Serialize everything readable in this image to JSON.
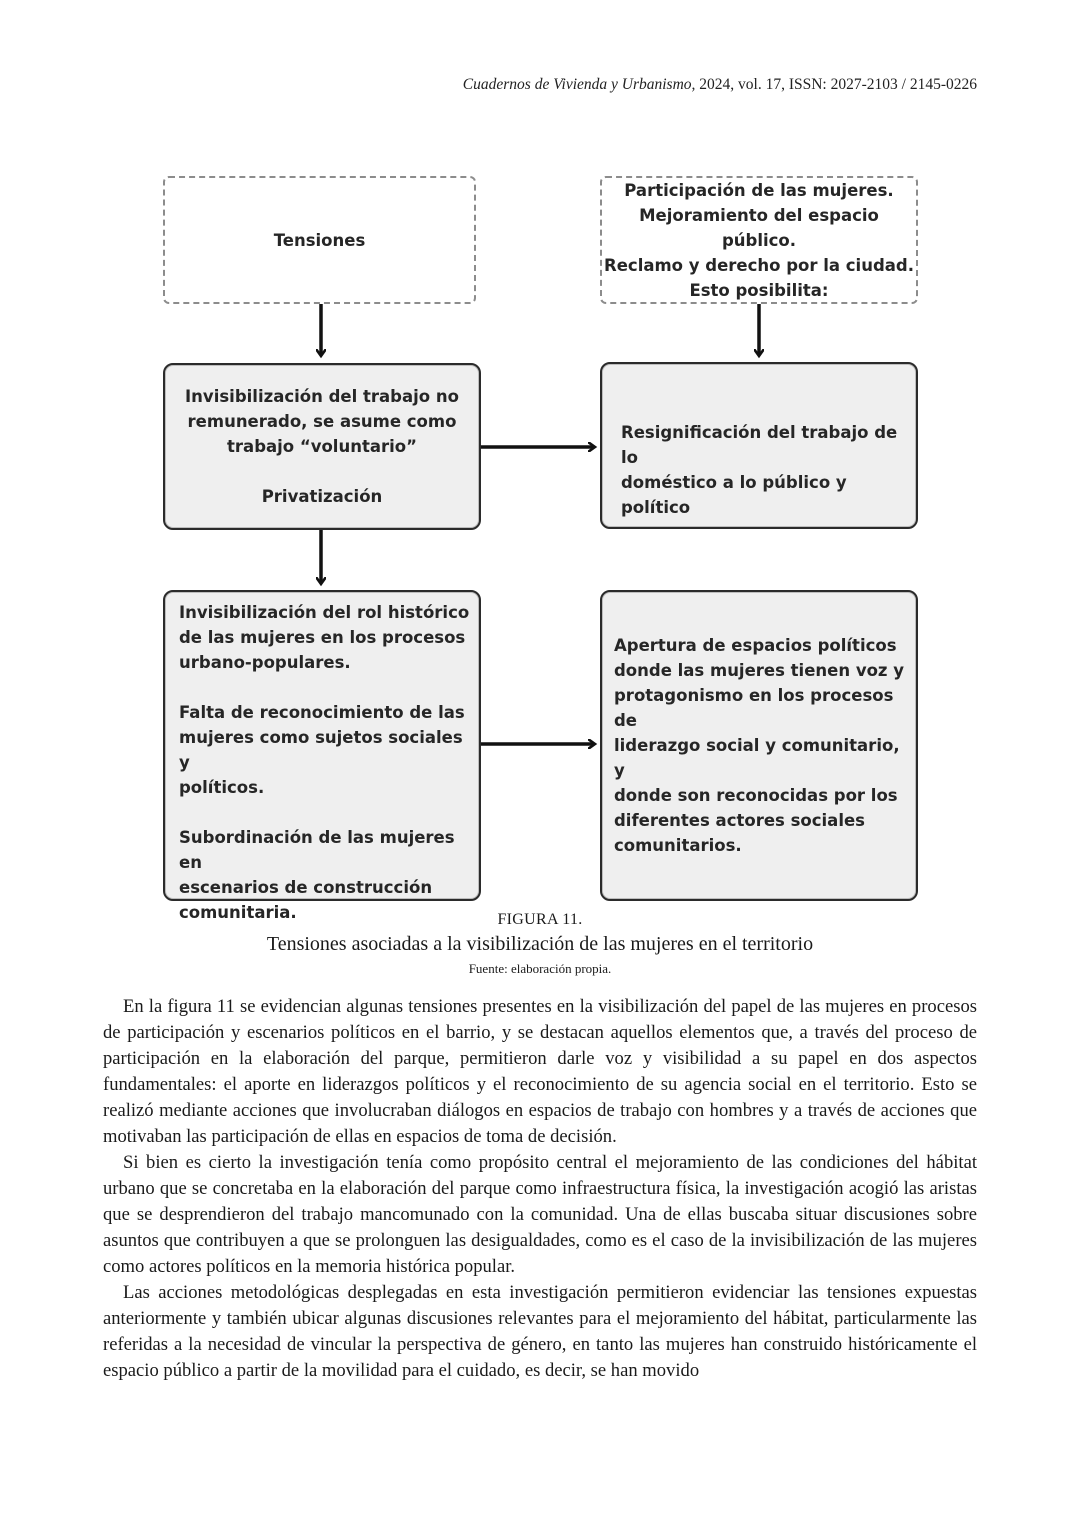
{
  "header": {
    "journal": "Cuadernos de Vivienda y Urbanismo,",
    "details": " 2024, vol. 17, ISSN: 2027-2103 / 2145-0226"
  },
  "diagram": {
    "tensions_box": "Tensiones",
    "participation_box": "Participación de las mujeres.\nMejoramiento del espacio\npúblico.\nReclamo y derecho por la ciudad.\nEsto posibilita:",
    "invisibilization_work_box": "Invisibilización del trabajo no\nremunerado, se asume como\ntrabajo “voluntario”\n\nPrivatización",
    "resignification_box": "Resignificación del trabajo de lo\ndoméstico a lo público y político",
    "invisibilization_role_box": "Invisibilización del rol histórico\nde las mujeres en los procesos\nurbano-populares.\n\nFalta de reconocimiento de las\nmujeres como sujetos sociales y\npolíticos.\n\nSubordinación de las mujeres en\nescenarios de construcción\ncomunitaria.",
    "opening_box": "Apertura de espacios políticos\ndonde las mujeres tienen voz y\nprotagonismo en los procesos de\nliderazgo social y comunitario, y\ndonde son reconocidas por los\ndiferentes actores sociales\ncomunitarios."
  },
  "figure": {
    "label": "FIGURA 11.",
    "title": "Tensiones asociadas a la visibilización de las mujeres en el territorio",
    "source": "Fuente: elaboración propia."
  },
  "body": {
    "p1": "En la figura 11 se evidencian algunas tensiones presentes en la visibilización del papel de las mujeres en procesos de participación y escenarios políticos en el barrio, y se destacan aquellos elementos que, a través del proceso de participación en la elaboración del parque, permitieron darle voz y visibilidad a su papel en dos aspectos fundamentales: el aporte en liderazgos políticos y el reconocimiento de su agencia social en el territorio. Esto se realizó mediante acciones que involucraban diálogos en espacios de trabajo con hombres y a través de acciones que motivaban las participación de ellas en espacios de toma de decisión.",
    "p2": "Si bien es cierto la investigación tenía como propósito central el mejoramiento de las condiciones del hábitat urbano que se concretaba en la elaboración del parque como infraestructura física, la investigación acogió las aristas que se desprendieron del trabajo mancomunado con la comunidad. Una de ellas buscaba situar discusiones sobre asuntos que contribuyen a que se prolonguen las desigualdades, como es el caso de la invisibilización de las mujeres como actores políticos en la memoria histórica popular.",
    "p3": "Las acciones metodológicas desplegadas en esta investigación permitieron evidenciar las tensiones expuestas anteriormente y también ubicar algunas discusiones relevantes para el mejoramiento del hábitat, particularmente las referidas a la necesidad de vincular la perspectiva de género, en tanto las mujeres han construido históricamente el espacio público a partir de la movilidad para el cuidado, es decir, se han movido"
  }
}
